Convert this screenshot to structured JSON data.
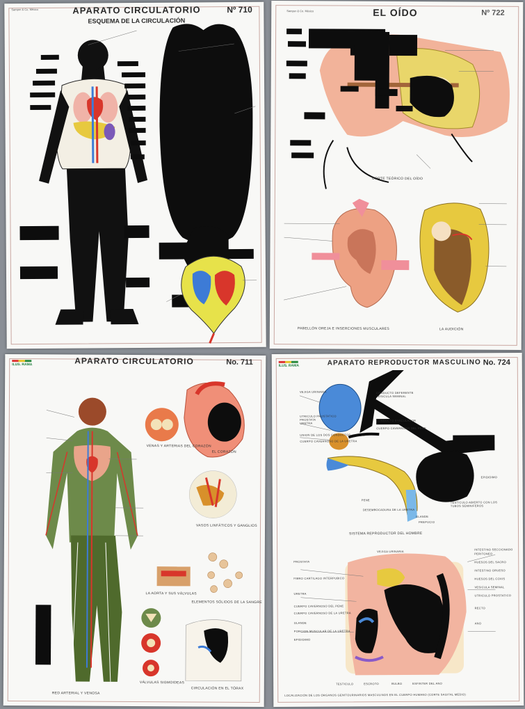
{
  "posters": {
    "p710": {
      "publisher": "Samper & Co. México",
      "title": "APARATO   CIRCULATORIO",
      "number": "Nº 710",
      "subtitle": "ESQUEMA DE LA CIRCULACIÓN"
    },
    "p722": {
      "publisher": "Samper & Co. México",
      "title": "EL OÍDO",
      "number": "Nº 722",
      "caption_section": "CORTE TEÓRICO DEL OÍDO",
      "caption_outer": "PABELLÓN OREJA E INSERCIONES MUSCULARES",
      "caption_hearing": "LA AUDICIÓN"
    },
    "p711": {
      "logo": "ILUS. RAMA",
      "title": "APARATO CIRCULATORIO",
      "number": "No. 711",
      "caption_body": "RED ARTERIAL Y VENOSA",
      "caption_heart_sec": "VENAS Y ARTERIAS DEL CORAZÓN",
      "caption_heart": "EL CORAZÓN",
      "caption_vessels": "VASOS LINFÁTICOS Y GANGLIOS",
      "caption_aorta": "LA AORTA Y SUS VÁLVULAS",
      "caption_blood": "ELEMENTOS SÓLIDOS DE LA SANGRE",
      "caption_valves": "VÁLVULAS SIGMOIDEAS",
      "caption_torso": "CIRCULACIÓN EN EL TÓRAX"
    },
    "p724": {
      "logo": "ILUS. RAMA",
      "title": "APARATO REPRODUCTOR MASCULINO",
      "number": "No. 724",
      "labels_top": [
        "VEJIGA URINARIA",
        "CONDUCTO DEFERENTE",
        "VESICULA SEMINAL",
        "UTRICULO PROSTATICO",
        "PROSTATA",
        "URETRA",
        "CONDUCTO EYACULADOR",
        "CUERPO CAVERNOSO DEL PENE",
        "UNION DE LOS DOS CONDUCTOS",
        "CUERPO CAVERNOSO DE LA URETRA",
        "PENE",
        "DESEMBOCADURA DE LA URETRA",
        "GLANDE",
        "EPIDIDIMO",
        "TESTICULO ABIERTO CON LOS TUBOS SEMINIFEROS",
        "PREPUCIO"
      ],
      "section_title": "SISTEMA REPRODUCTOR DEL HOMBRE",
      "labels_bottom": [
        "PROSTATA",
        "VEJIGA URINARIA",
        "INTESTINO SECCIONADO",
        "PERITONEO",
        "HUESOS DEL SACRO",
        "INTESTINO GRUESO",
        "HUESOS DEL COXIS",
        "VESICULA SEMINAL",
        "UTRICULO PROSTATICO",
        "RECTO",
        "ANO",
        "URETRA",
        "FIBRO CARTILAGO INTERPUBICO",
        "CUERPO CAVERNOSO DEL PENE",
        "CUERPO CAVERNOSO DE LA URETRA",
        "GLANDE",
        "EPIDIDIMO",
        "TESTICULO",
        "ESCROTO",
        "BULBO",
        "ESFINTER DEL ANO",
        "PORCION MUSCULAR DE LA URETRA"
      ],
      "bottom_caption": "LOCALIZACIÓN DE LOS ÓRGANOS GENITOURINARIOS MASCULINOS EN EL CUERPO HUMANO (CORTE SAGITAL MEDIO)"
    }
  },
  "colors": {
    "background": "#8a8f96",
    "paper": "#f8f8f6",
    "redaction": "#0d0d0d",
    "heart_red": "#d8362b",
    "vein_blue": "#3d7bd6",
    "skin": "#e9a48a",
    "bone_yellow": "#e7c93f",
    "muscle_pink": "#f08f9a"
  }
}
